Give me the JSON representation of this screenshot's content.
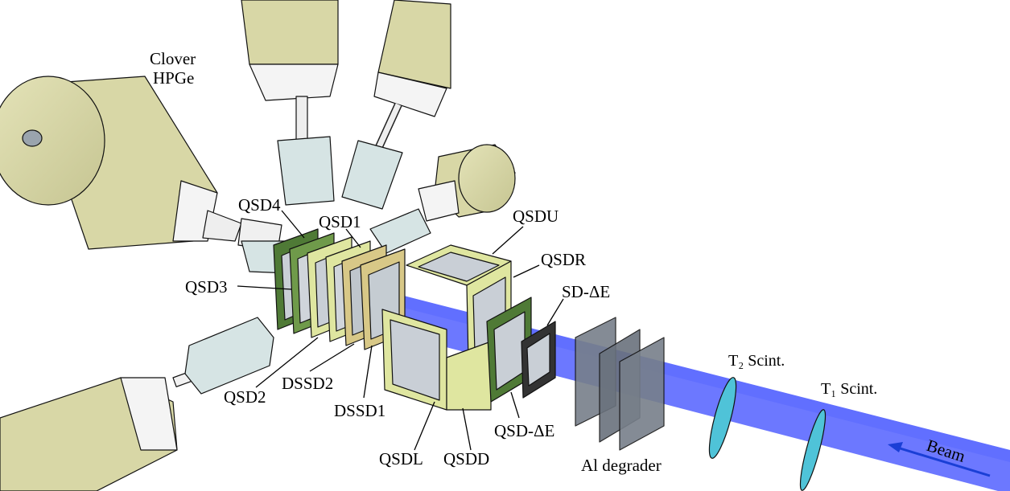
{
  "labels": {
    "clover_line1": "Clover",
    "clover_line2": "HPGe",
    "qsd4": "QSD4",
    "qsd1": "QSD1",
    "qsd3": "QSD3",
    "qsd2": "QSD2",
    "dssd2": "DSSD2",
    "dssd1": "DSSD1",
    "qsdu": "QSDU",
    "qsdr": "QSDR",
    "sd_de": "SD-ΔE",
    "qsd_de": "QSD-ΔE",
    "qsdl": "QSDL",
    "qsdd": "QSDD",
    "al_degrader": "Al degrader",
    "t2_scint": "T₂ Scint.",
    "t1_scint": "T₁ Scint.",
    "beam": "Beam"
  },
  "colors": {
    "hpge_body": "#d8d7a6",
    "hpge_cap": "#f4f4f4",
    "crystal_block": "#cfe0e0",
    "beam": "#2233ff",
    "beam_arrow": "#1a3fd6",
    "qsd_frame_dark": "#4f7a36",
    "qsd_frame_light": "#dfe6a0",
    "dssd_frame": "#d8c887",
    "wafer": "#c9cfd6",
    "scint": "#4fc3d8",
    "degrader": "#777f8a"
  }
}
